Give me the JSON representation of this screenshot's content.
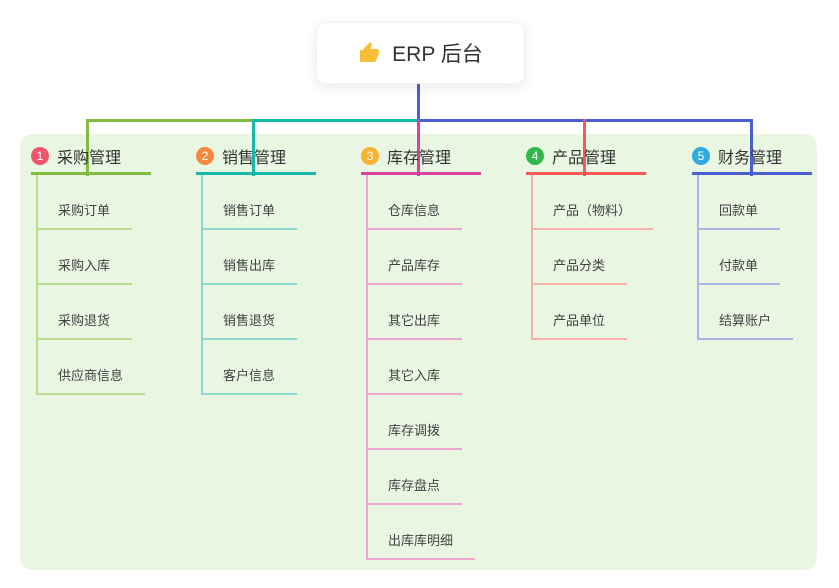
{
  "root": {
    "label": "ERP 后台",
    "icon": "thumbs-up"
  },
  "branches": [
    {
      "badge": "1",
      "title": "采购管理",
      "color": "#82bc3e",
      "light_color": "#badd8f",
      "badge_color": "#f1556c",
      "items": [
        "采购订单",
        "采购入库",
        "采购退货",
        "供应商信息"
      ]
    },
    {
      "badge": "2",
      "title": "销售管理",
      "color": "#16b8a8",
      "light_color": "#8fd8cf",
      "badge_color": "#f8893c",
      "items": [
        "销售订单",
        "销售出库",
        "销售退货",
        "客户信息"
      ]
    },
    {
      "badge": "3",
      "title": "库存管理",
      "color": "#d9409f",
      "light_color": "#eda8d2",
      "badge_color": "#f9b234",
      "items": [
        "仓库信息",
        "产品库存",
        "其它出库",
        "其它入库",
        "库存调拨",
        "库存盘点",
        "出库库明细"
      ]
    },
    {
      "badge": "4",
      "title": "产品管理",
      "color": "#f85858",
      "light_color": "#f8b0ac",
      "badge_color": "#34b648",
      "items": [
        "产品（物料）",
        "产品分类",
        "产品单位"
      ]
    },
    {
      "badge": "5",
      "title": "财务管理",
      "color": "#4a5fd2",
      "light_color": "#a8b6e6",
      "badge_color": "#30aadf",
      "items": [
        "回款单",
        "付款单",
        "结算账户"
      ]
    }
  ],
  "colors": {
    "root_line": "#4a5fd2",
    "panel_bg": "#e9f6e2",
    "thumb_icon": "#f6bf35"
  }
}
